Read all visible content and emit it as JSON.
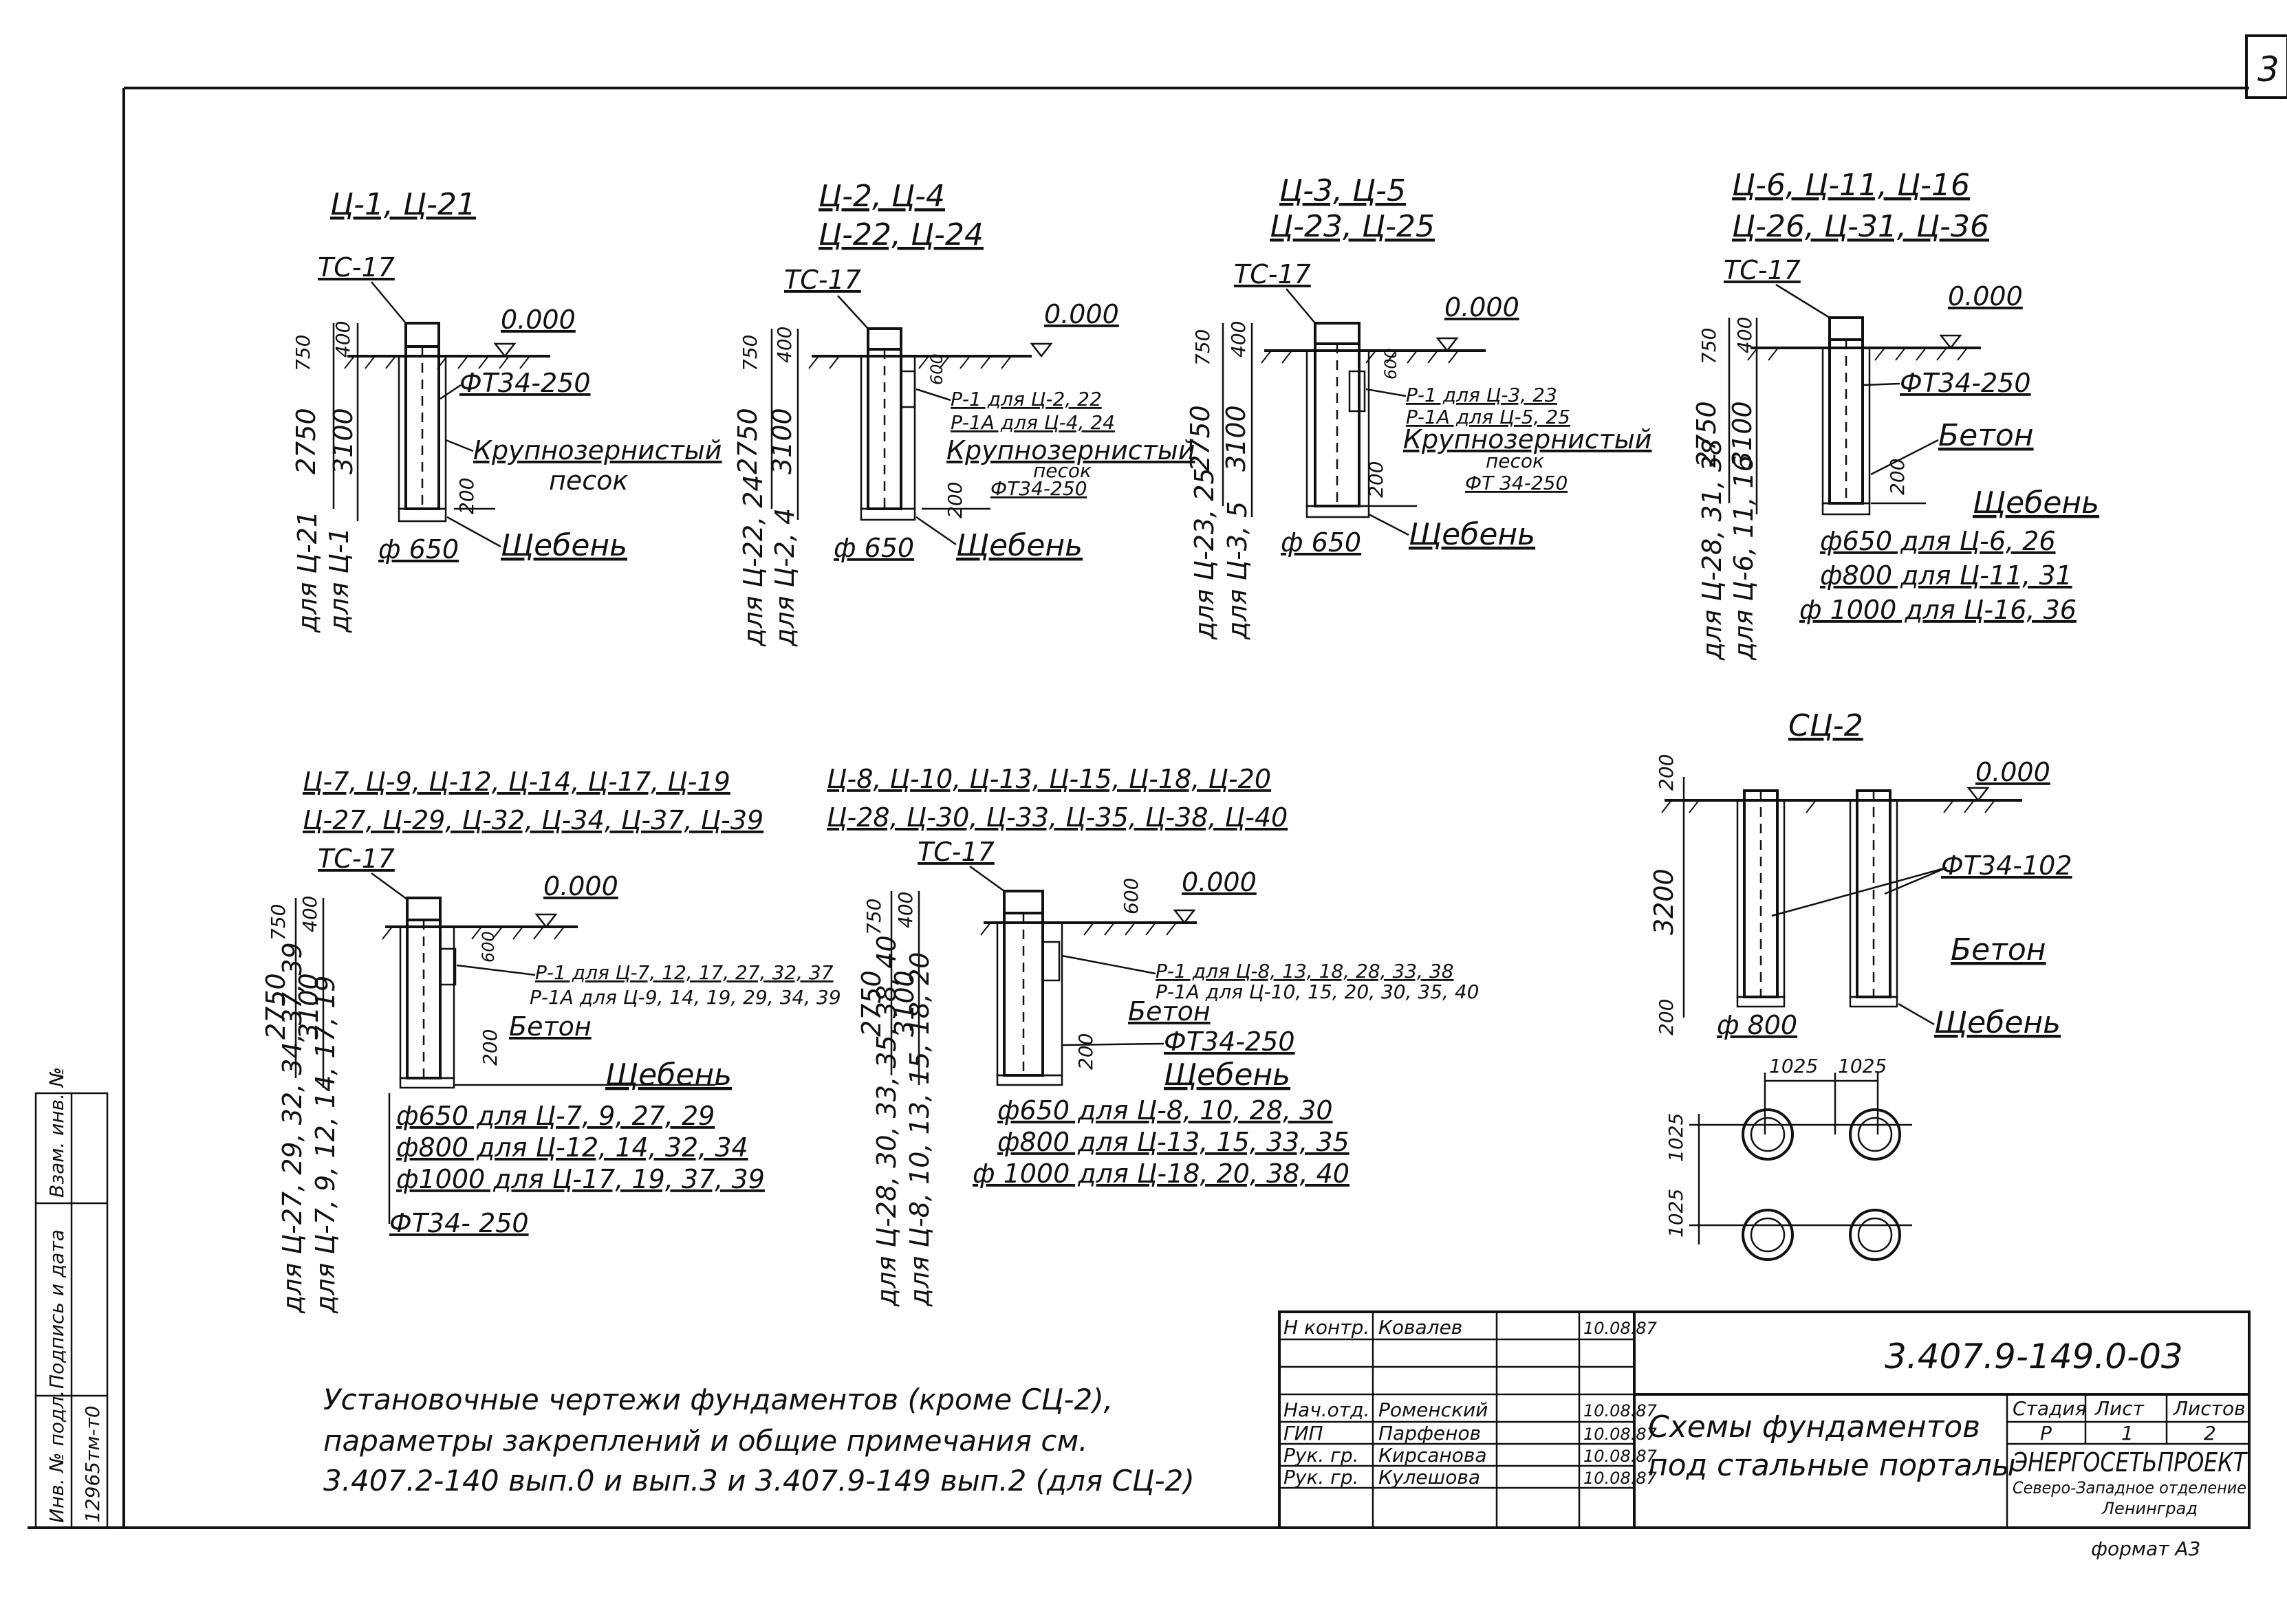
{
  "page_number": "3",
  "sections": {
    "a": {
      "title": "Ц-1, Ц-21",
      "tc": "ТС-17",
      "level": "0.000",
      "dim_top_outer": "750",
      "dim_top_inner": "400",
      "dim_main_outer": "2750",
      "dim_main_inner": "3100",
      "dim_bottom": "200",
      "label_ft": "ФТ34-250",
      "label_sand_1": "Крупнозернистый",
      "label_sand_2": "песок",
      "label_gravel": "Щебень",
      "diameter": "ф 650",
      "side_1": "для Ц-21",
      "side_2": "для Ц-1"
    },
    "b": {
      "title_1": "Ц-2, Ц-4",
      "title_2": "Ц-22, Ц-24",
      "tc": "ТС-17",
      "level": "0.000",
      "dim_top_outer": "750",
      "dim_top_inner": "400",
      "dim_main_outer": "2750",
      "dim_main_inner": "3100",
      "dim_600": "600",
      "dim_bottom": "200",
      "label_r1": "Р-1 для Ц-2, 22",
      "label_r1a": "Р-1А для Ц-4, 24",
      "label_sand_1": "Крупнозернистый",
      "label_sand_2": "песок",
      "label_ft": "ФТ34-250",
      "label_gravel": "Щебень",
      "diameter": "ф 650",
      "side_1": "для Ц-22, 24",
      "side_2": "для Ц-2, 4"
    },
    "c": {
      "title_1": "Ц-3, Ц-5",
      "title_2": "Ц-23, Ц-25",
      "tc": "ТС-17",
      "level": "0.000",
      "dim_top_outer": "750",
      "dim_top_inner": "400",
      "dim_main_outer": "2750",
      "dim_main_inner": "3100",
      "dim_600": "600",
      "dim_bottom": "200",
      "label_r1": "Р-1 для Ц-3, 23",
      "label_r1a": "Р-1А для Ц-5, 25",
      "label_sand_1": "Крупнозернистый",
      "label_sand_2": "песок",
      "label_ft": "ФТ 34-250",
      "label_gravel": "Щебень",
      "diameter": "ф 650",
      "side_1": "для Ц-23, 25",
      "side_2": "для Ц-3, 5"
    },
    "d": {
      "title_1": "Ц-6, Ц-11, Ц-16",
      "title_2": "Ц-26, Ц-31, Ц-36",
      "tc": "ТС-17",
      "level": "0.000",
      "dim_top_outer": "750",
      "dim_top_inner": "400",
      "dim_main_outer": "2750",
      "dim_main_inner": "3100",
      "dim_bottom": "200",
      "label_ft": "ФТ34-250",
      "label_concrete": "Бетон",
      "label_gravel": "Щебень",
      "d1": "ф650 для Ц-6, 26",
      "d2": "ф800 для Ц-11, 31",
      "d3": "ф 1000 для Ц-16, 36",
      "side_1": "для Ц-28, 31, 38",
      "side_2": "для Ц-6, 11, 16"
    },
    "e": {
      "title_1": "Ц-7, Ц-9, Ц-12, Ц-14, Ц-17, Ц-19",
      "title_2": "Ц-27, Ц-29, Ц-32, Ц-34, Ц-37, Ц-39",
      "tc": "ТС-17",
      "level": "0.000",
      "dim_top_outer": "750",
      "dim_top_inner": "400",
      "dim_main_outer": "2750",
      "dim_main_inner": "3100",
      "dim_600": "600",
      "dim_200": "200",
      "label_r1": "Р-1 для Ц-7, 12, 17, 27, 32, 37",
      "label_r1a": "Р-1А для Ц-9, 14, 19, 29, 34, 39",
      "label_concrete": "Бетон",
      "label_gravel": "Щебень",
      "d1": "ф650 для Ц-7, 9, 27, 29",
      "d2": "ф800 для Ц-12, 14, 32, 34",
      "d3": "ф1000 для Ц-17, 19, 37, 39",
      "label_ft": "ФТ34- 250",
      "side_1": "для Ц-27, 29, 32, 34, 37, 39",
      "side_2": "для Ц-7, 9, 12, 14, 17, 19"
    },
    "f": {
      "title_1": "Ц-8, Ц-10, Ц-13, Ц-15, Ц-18, Ц-20",
      "title_2": "Ц-28, Ц-30, Ц-33, Ц-35, Ц-38, Ц-40",
      "tc": "ТС-17",
      "level": "0.000",
      "dim_top_outer": "750",
      "dim_top_inner": "400",
      "dim_main_outer": "2750",
      "dim_main_inner": "3100",
      "dim_600": "600",
      "dim_200": "200",
      "label_r1": "Р-1 для Ц-8, 13, 18, 28, 33, 38",
      "label_r1a": "Р-1А для Ц-10, 15, 20, 30, 35, 40",
      "label_concrete": "Бетон",
      "label_ft": "ФТ34-250",
      "label_gravel": "Щебень",
      "d1": "ф650 для Ц-8, 10, 28, 30",
      "d2": "ф800 для Ц-13, 15, 33, 35",
      "d3": "ф 1000 для Ц-18, 20, 38, 40",
      "side_1": "для Ц-28, 30, 33, 35, 38, 40",
      "side_2": "для Ц-8, 10, 13, 15, 18, 20"
    },
    "g": {
      "title": "СЦ-2",
      "level": "0.000",
      "dim_top": "200",
      "dim_main": "3200",
      "dim_bottom": "200",
      "label_ft": "ФТ34-102",
      "label_concrete": "Бетон",
      "label_gravel": "Щебень",
      "diameter": "ф 800",
      "plan_dim_1": "1025",
      "plan_dim_2": "1025",
      "plan_dim_v1": "1025",
      "plan_dim_v2": "1025"
    }
  },
  "note": {
    "line_1": "Установочные чертежи фундаментов (кроме СЦ-2),",
    "line_2": "параметры закреплений и общие примечания см.",
    "line_3": "3.407.2-140 вып.0 и вып.3 и 3.407.9-149 вып.2 (для СЦ-2)"
  },
  "title_block": {
    "rows": [
      {
        "role": "Н контр.",
        "name": "Ковалев",
        "date": "10.08.87"
      },
      {
        "role": "",
        "name": "",
        "date": ""
      },
      {
        "role": "Нач.отд.",
        "name": "Роменский",
        "date": "10.08.87"
      },
      {
        "role": "ГИП",
        "name": "Парфенов",
        "date": "10.08.87"
      },
      {
        "role": "Рук. гр.",
        "name": "Кирсанова",
        "date": "10.08.87"
      },
      {
        "role": "Рук. гр.",
        "name": "Кулешова",
        "date": "10.08.87"
      }
    ],
    "doc_code": "3.407.9-149.0-03",
    "title_1": "Схемы фундаментов",
    "title_2": "под стальные порталы",
    "stage_label": "Стадия",
    "sheet_label": "Лист",
    "sheets_label": "Листов",
    "stage": "Р",
    "sheet": "1",
    "sheets": "2",
    "org_1": "ЭНЕРГОСЕТЬПРОЕКТ",
    "org_2": "Северо-Западное отделение",
    "org_3": "Ленинград",
    "format": "формат А3"
  },
  "side_stamp": {
    "inv_label": "Инв. № подл.",
    "inv_value": "12965тм-т0",
    "sign_label": "Подпись и дата",
    "replace_label": "Взам. инв. №"
  }
}
